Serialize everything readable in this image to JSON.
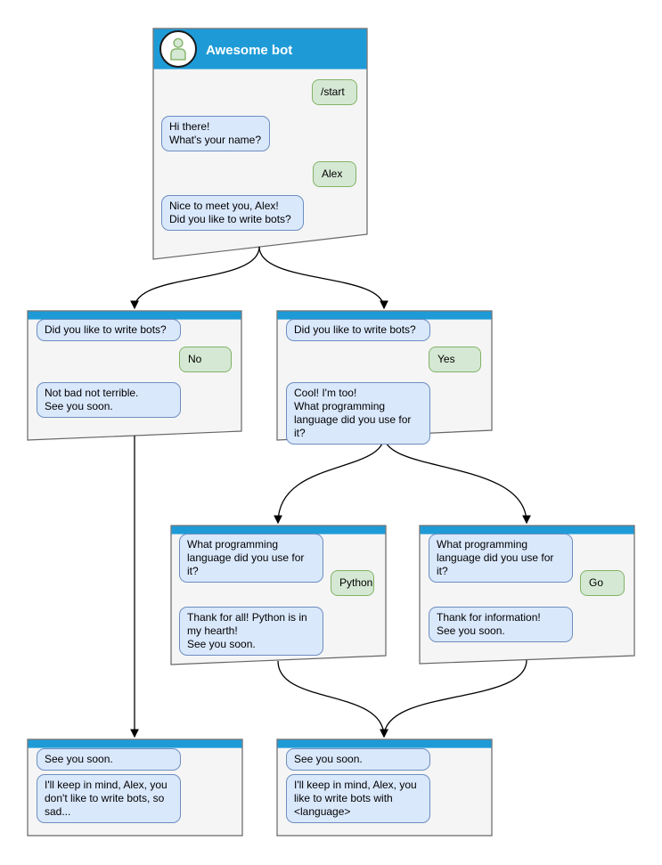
{
  "colors": {
    "header_blue": "#1e9bd7",
    "window_fill": "#f5f5f5",
    "window_border": "#666666",
    "bot_bubble_fill": "#dae8fc",
    "bot_bubble_border": "#6c8ebf",
    "user_bubble_fill": "#d5e8d4",
    "user_bubble_border": "#82b366",
    "connector": "#000000"
  },
  "chat": {
    "bot_name": "Awesome bot",
    "windows": [
      {
        "id": "start",
        "title": "Awesome bot",
        "messages": [
          {
            "from": "user",
            "text": "/start"
          },
          {
            "from": "bot",
            "text": "Hi there!\nWhat's your name?"
          },
          {
            "from": "user",
            "text": "Alex"
          },
          {
            "from": "bot",
            "text": "Nice to meet you, Alex!\nDid you like to write bots?"
          }
        ]
      },
      {
        "id": "branch-no",
        "messages": [
          {
            "from": "bot",
            "text": "Did you like to write bots?"
          },
          {
            "from": "user",
            "text": "No"
          },
          {
            "from": "bot",
            "text": "Not bad not terrible.\nSee you soon."
          }
        ]
      },
      {
        "id": "branch-yes",
        "messages": [
          {
            "from": "bot",
            "text": "Did you like to write bots?"
          },
          {
            "from": "user",
            "text": "Yes"
          },
          {
            "from": "bot",
            "text": "Cool! I'm too!\nWhat programming\nlanguage did you use for it?"
          }
        ]
      },
      {
        "id": "lang-python",
        "messages": [
          {
            "from": "bot",
            "text": "What programming\nlanguage did you use for it?"
          },
          {
            "from": "user",
            "text": "Python"
          },
          {
            "from": "bot",
            "text": "Thank for all! Python is in\nmy hearth!\nSee you soon."
          }
        ]
      },
      {
        "id": "lang-go",
        "messages": [
          {
            "from": "bot",
            "text": "What programming\nlanguage did you use for it?"
          },
          {
            "from": "user",
            "text": "Go"
          },
          {
            "from": "bot",
            "text": "Thank for information!\nSee you soon."
          }
        ]
      },
      {
        "id": "end-negative",
        "messages": [
          {
            "from": "bot",
            "text": "See you soon."
          },
          {
            "from": "bot",
            "text": "I'll keep in mind, Alex, you\ndon't like to write bots, so\nsad..."
          }
        ]
      },
      {
        "id": "end-positive",
        "messages": [
          {
            "from": "bot",
            "text": "See you soon."
          },
          {
            "from": "bot",
            "text": "I'll keep in mind, Alex, you\nlike to write bots with\n<language>"
          }
        ]
      }
    ],
    "edges": [
      {
        "from": "start",
        "to": "branch-no"
      },
      {
        "from": "start",
        "to": "branch-yes"
      },
      {
        "from": "branch-yes",
        "to": "lang-python"
      },
      {
        "from": "branch-yes",
        "to": "lang-go"
      },
      {
        "from": "branch-no",
        "to": "end-negative"
      },
      {
        "from": "lang-python",
        "to": "end-positive"
      },
      {
        "from": "lang-go",
        "to": "end-positive"
      }
    ]
  }
}
